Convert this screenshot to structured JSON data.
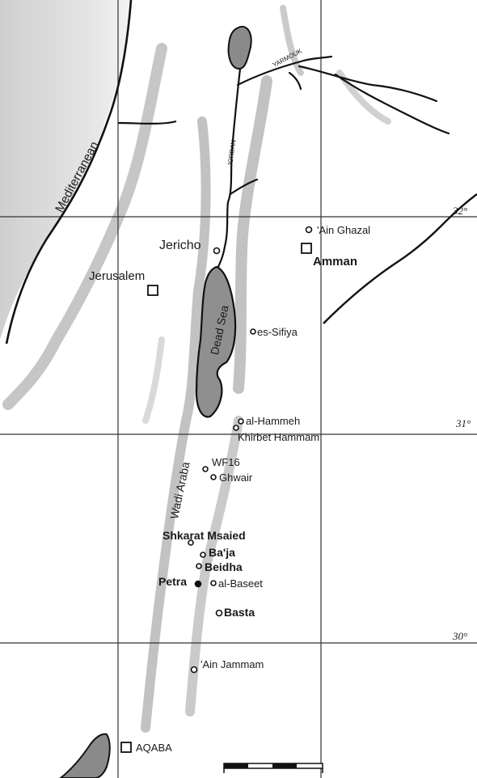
{
  "map": {
    "sea": "Mediterranean",
    "river_jordan": "JORDAN",
    "river_yarmouk": "YARMOUK",
    "dead_sea": "Dead Sea",
    "valley": "Wadi Araba",
    "latitudes": [
      "32°",
      "31°",
      "30°"
    ],
    "cities": [
      "Jericho",
      "Jerusalem",
      "Amman",
      "AQABA"
    ],
    "sites": [
      "'Ain Ghazal",
      "es-Sifiya",
      "al-Hammeh",
      "Khirbet Hammam",
      "WF16",
      "Ghwair",
      "Shkarat Msaied",
      "Ba'ja",
      "Beidha",
      "Petra",
      "al-Baseet",
      "Basta",
      "'Ain Jammam"
    ],
    "colors": {
      "ink": "#111111",
      "relief": "#a9a9a9",
      "sea_fill": "#8a8a8a",
      "grid": "#333333"
    }
  }
}
